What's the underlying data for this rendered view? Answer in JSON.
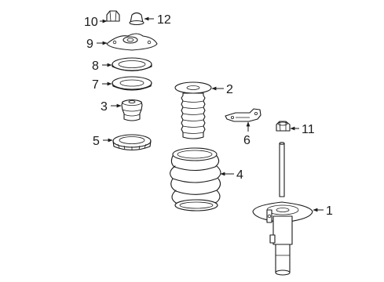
{
  "callouts": [
    {
      "id": "10",
      "label": "10"
    },
    {
      "id": "12",
      "label": "12"
    },
    {
      "id": "9",
      "label": "9"
    },
    {
      "id": "8",
      "label": "8"
    },
    {
      "id": "7",
      "label": "7"
    },
    {
      "id": "3",
      "label": "3"
    },
    {
      "id": "5",
      "label": "5"
    },
    {
      "id": "2",
      "label": "2"
    },
    {
      "id": "6",
      "label": "6"
    },
    {
      "id": "11",
      "label": "11"
    },
    {
      "id": "4",
      "label": "4"
    },
    {
      "id": "1",
      "label": "1"
    }
  ],
  "colors": {
    "ink": "#1a1a1a",
    "background": "#ffffff"
  }
}
